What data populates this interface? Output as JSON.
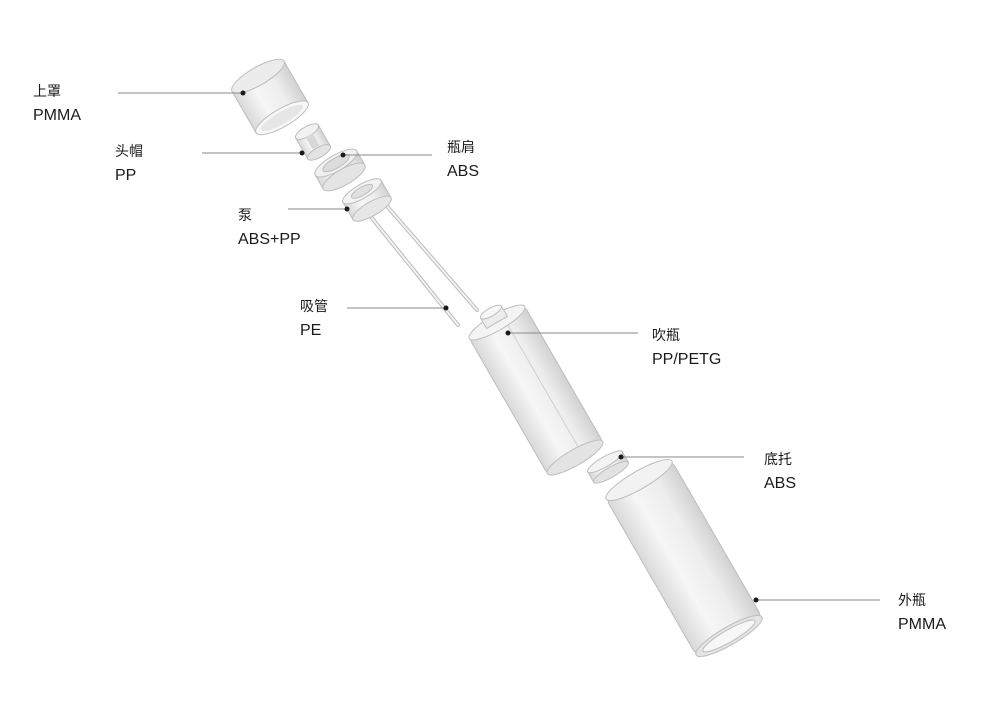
{
  "parts": [
    {
      "id": "top-cover",
      "name": "上罩",
      "material": "PMMA"
    },
    {
      "id": "head-cap",
      "name": "头帽",
      "material": "PP"
    },
    {
      "id": "bottle-shoulder",
      "name": "瓶肩",
      "material": "ABS"
    },
    {
      "id": "pump",
      "name": "泵",
      "material": "ABS+PP"
    },
    {
      "id": "straw",
      "name": "吸管",
      "material": "PE"
    },
    {
      "id": "blow-bottle",
      "name": "吹瓶",
      "material": "PP/PETG"
    },
    {
      "id": "base-holder",
      "name": "底托",
      "material": "ABS"
    },
    {
      "id": "outer-bottle",
      "name": "外瓶",
      "material": "PMMA"
    }
  ],
  "colors": {
    "part_fill": "#efefef",
    "part_edge": "#bdbdbd",
    "leader": "#8a8a8a",
    "text": "#1a1a1a"
  }
}
